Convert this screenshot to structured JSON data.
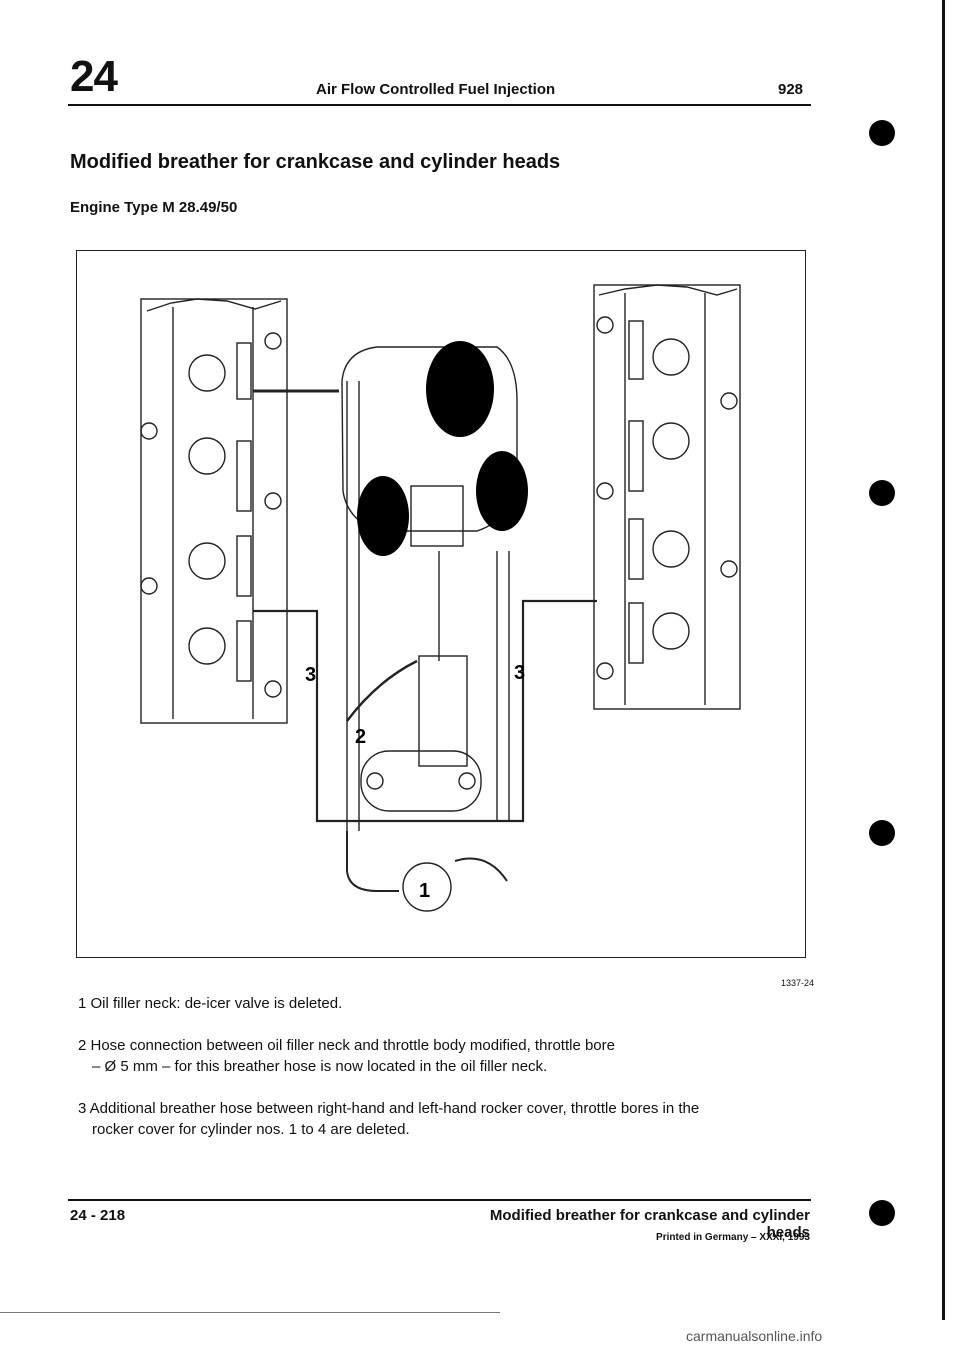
{
  "header": {
    "chapter": "24",
    "title": "Air Flow Controlled Fuel Injection",
    "model": "928"
  },
  "main": {
    "title": "Modified breather for crankcase and cylinder heads",
    "subtitle": "Engine Type M 28.49/50",
    "figure": {
      "ref": "1337-24",
      "callouts": [
        "1",
        "2",
        "3",
        "3"
      ]
    },
    "captions": [
      "1 Oil filler neck: de-icer valve is deleted.",
      "2 Hose connection between oil filler neck and throttle body modified, throttle bore",
      "– Ø 5 mm – for this breather hose is now located in the oil filler neck.",
      "3 Additional breather hose between right-hand and left-hand rocker cover, throttle bores in the",
      "rocker cover for cylinder nos. 1 to 4 are deleted."
    ]
  },
  "footer": {
    "page": "24 - 218",
    "section": "Modified breather for crankcase and cylinder heads",
    "printed": "Printed in Germany – XXXI, 1993"
  },
  "watermark": "carmanualsonline.info"
}
